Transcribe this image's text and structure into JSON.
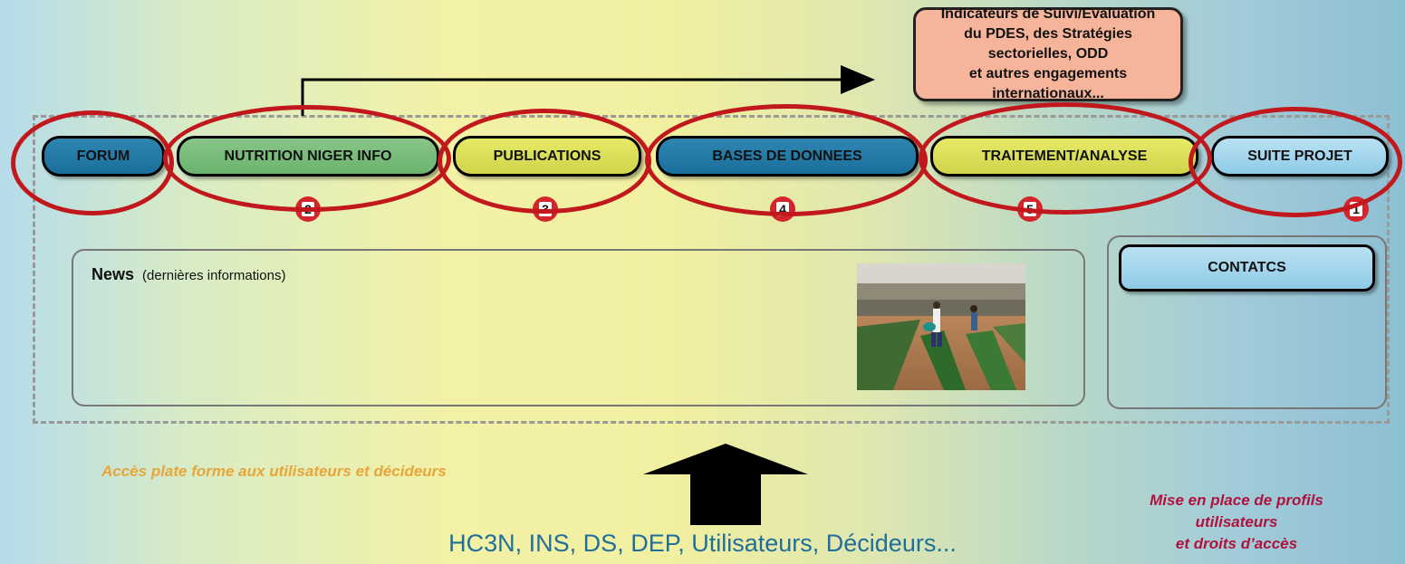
{
  "nav": [
    {
      "label": "FORUM",
      "badge": ""
    },
    {
      "label": "NUTRITION NIGER INFO",
      "badge": "2"
    },
    {
      "label": "PUBLICATIONS",
      "badge": "3"
    },
    {
      "label": "BASES DE DONNEES",
      "badge": "4"
    },
    {
      "label": "TRAITEMENT/ANALYSE",
      "badge": "5"
    },
    {
      "label": "SUITE PROJET",
      "badge": "1"
    }
  ],
  "indicators": {
    "line1": "Indicateurs de Suivi/Evaluation",
    "line2": "du PDES, des Stratégies sectorielles, ODD",
    "line3": "et autres engagements internationaux..."
  },
  "news": {
    "title": "News",
    "subtitle": "(dernières informations)"
  },
  "contacts": {
    "label": "CONTATCS"
  },
  "access_note": "Accès plate forme aux utilisateurs et décideurs",
  "profiles_note": {
    "line1": "Mise en place de profils",
    "line2": "utilisateurs",
    "line3": "et droits d’accès"
  },
  "users_line": "HC3N, INS, DS, DEP, Utilisateurs, Décideurs...",
  "colors": {
    "accent_red": "#c0181d",
    "orange_text": "#e7a63a",
    "crimson_text": "#b0123f",
    "users_text": "#1f6f9a"
  }
}
